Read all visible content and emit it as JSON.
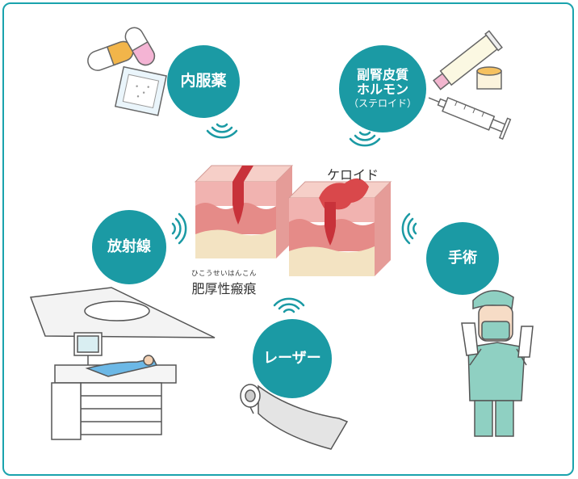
{
  "labels": {
    "naifuku": "内服薬",
    "steroid_line1": "副腎皮質",
    "steroid_line2": "ホルモン",
    "steroid_sub": "（ステロイド）",
    "hoshasen": "放射線",
    "shujutsu": "手術",
    "laser": "レーザー",
    "keloid": "ケロイド",
    "hypertrophic_ruby": "ひこうせいはんこん",
    "hypertrophic": "肥厚性瘢痕"
  },
  "colors": {
    "accent": "#1b9aa4",
    "frame": "#1aa3ad",
    "skin": "#f1b3b0",
    "scar": "#c8323a",
    "fat": "#f3e3c2"
  },
  "icons": [
    "wifi-signal-icon",
    "pill-icon",
    "powder-packet-icon",
    "ointment-tube-icon",
    "jar-icon",
    "syringe-icon",
    "radiotherapy-machine-icon",
    "laser-handpiece-icon",
    "surgeon-icon"
  ]
}
